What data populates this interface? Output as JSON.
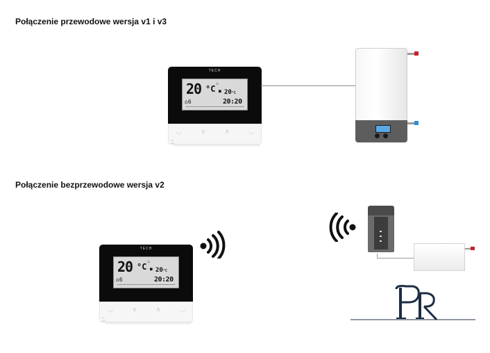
{
  "headings": {
    "wired": "Połączenie przewodowe wersja v1 i v3",
    "wireless": "Połączenie bezprzewodowe wersja v2"
  },
  "thermostat": {
    "brand": "TECH",
    "temperature": "20",
    "unit": "°C",
    "set_temperature": "20",
    "set_unit": "°C",
    "room_number": "6",
    "time": "20:20",
    "model_label": "ST-294"
  },
  "icons": {
    "flame": "flame-icon",
    "house": "house-icon",
    "wireless_signal": "wireless-signal-icon",
    "logo": "PR-monogram-logo"
  },
  "colors": {
    "hot_pipe": "#c8232c",
    "cold_pipe": "#2a8fd6",
    "boiler_display": "#5aa8e6"
  }
}
